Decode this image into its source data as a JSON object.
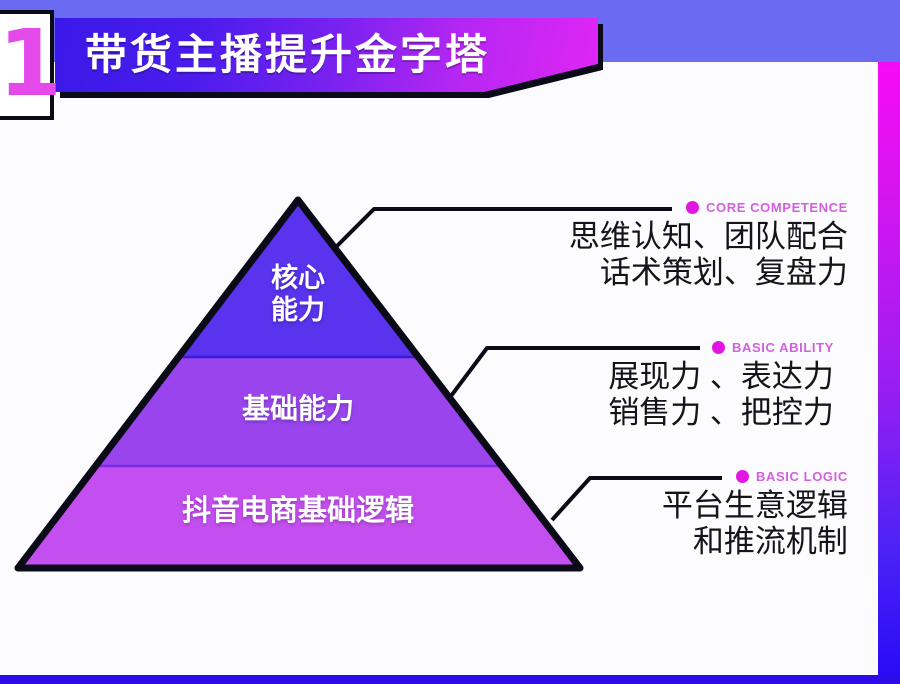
{
  "badge": {
    "number": "1"
  },
  "header": {
    "title": "带货主播提升金字塔"
  },
  "pyramid": {
    "tiers": [
      {
        "label": "核心\n能力",
        "color": "#5a33ef"
      },
      {
        "label": "基础能力",
        "color": "#9a44ee"
      },
      {
        "label": "抖音电商基础逻辑",
        "color": "#c44ff0"
      }
    ]
  },
  "callouts": [
    {
      "kicker": "CORE COMPETENCE",
      "lines": [
        "思维认知、团队配合",
        "话术策划、复盘力"
      ],
      "dot_color": "#e215e2"
    },
    {
      "kicker": "BASIC ABILITY",
      "lines": [
        "展现力 、表达力",
        "销售力 、把控力"
      ],
      "dot_color": "#e215e2"
    },
    {
      "kicker": "BASIC LOGIC",
      "lines": [
        "平台生意逻辑",
        "和推流机制"
      ],
      "dot_color": "#e215e2"
    }
  ],
  "theme": {
    "top_band": "#6a6af2",
    "bottom_bar": "#2d0ce8",
    "banner_start": "#3a19e8",
    "banner_end": "#e026f5",
    "accent_pink": "#e449ea",
    "kicker_color": "#d45fe0",
    "outline": "#0b0b18"
  }
}
